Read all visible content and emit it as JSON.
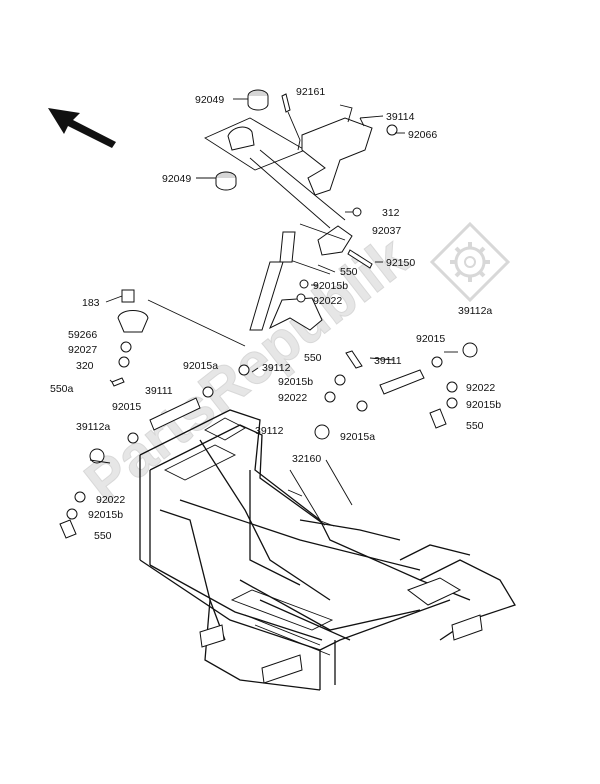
{
  "watermark": "PartsRepublik",
  "labels": [
    {
      "id": "92049-top",
      "text": "92049"
    },
    {
      "id": "92161",
      "text": "92161"
    },
    {
      "id": "39114",
      "text": "39114"
    },
    {
      "id": "92066",
      "text": "92066"
    },
    {
      "id": "92049-bottom",
      "text": "92049"
    },
    {
      "id": "312",
      "text": "312"
    },
    {
      "id": "92037",
      "text": "92037"
    },
    {
      "id": "92150",
      "text": "92150"
    },
    {
      "id": "550-top",
      "text": "550"
    },
    {
      "id": "92015b-top",
      "text": "92015b"
    },
    {
      "id": "92022-top",
      "text": "92022"
    },
    {
      "id": "183",
      "text": "183"
    },
    {
      "id": "59266",
      "text": "59266"
    },
    {
      "id": "92027",
      "text": "92027"
    },
    {
      "id": "320",
      "text": "320"
    },
    {
      "id": "550a",
      "text": "550a"
    },
    {
      "id": "92015a-left",
      "text": "92015a"
    },
    {
      "id": "39112-mid",
      "text": "39112"
    },
    {
      "id": "550-mid",
      "text": "550"
    },
    {
      "id": "39111-right",
      "text": "39111"
    },
    {
      "id": "92015-right",
      "text": "92015"
    },
    {
      "id": "39112a-right",
      "text": "39112a"
    },
    {
      "id": "92015b-mid",
      "text": "92015b"
    },
    {
      "id": "92022-mid",
      "text": "92022"
    },
    {
      "id": "92022-right",
      "text": "92022"
    },
    {
      "id": "92015b-right",
      "text": "92015b"
    },
    {
      "id": "550-right",
      "text": "550"
    },
    {
      "id": "39111-left",
      "text": "39111"
    },
    {
      "id": "92015-left",
      "text": "92015"
    },
    {
      "id": "39112-center",
      "text": "39112"
    },
    {
      "id": "92015a-right",
      "text": "92015a"
    },
    {
      "id": "39112a-left",
      "text": "39112a"
    },
    {
      "id": "32160",
      "text": "32160"
    },
    {
      "id": "92022-left",
      "text": "92022"
    },
    {
      "id": "92015b-left",
      "text": "92015b"
    },
    {
      "id": "550-left",
      "text": "550"
    }
  ]
}
